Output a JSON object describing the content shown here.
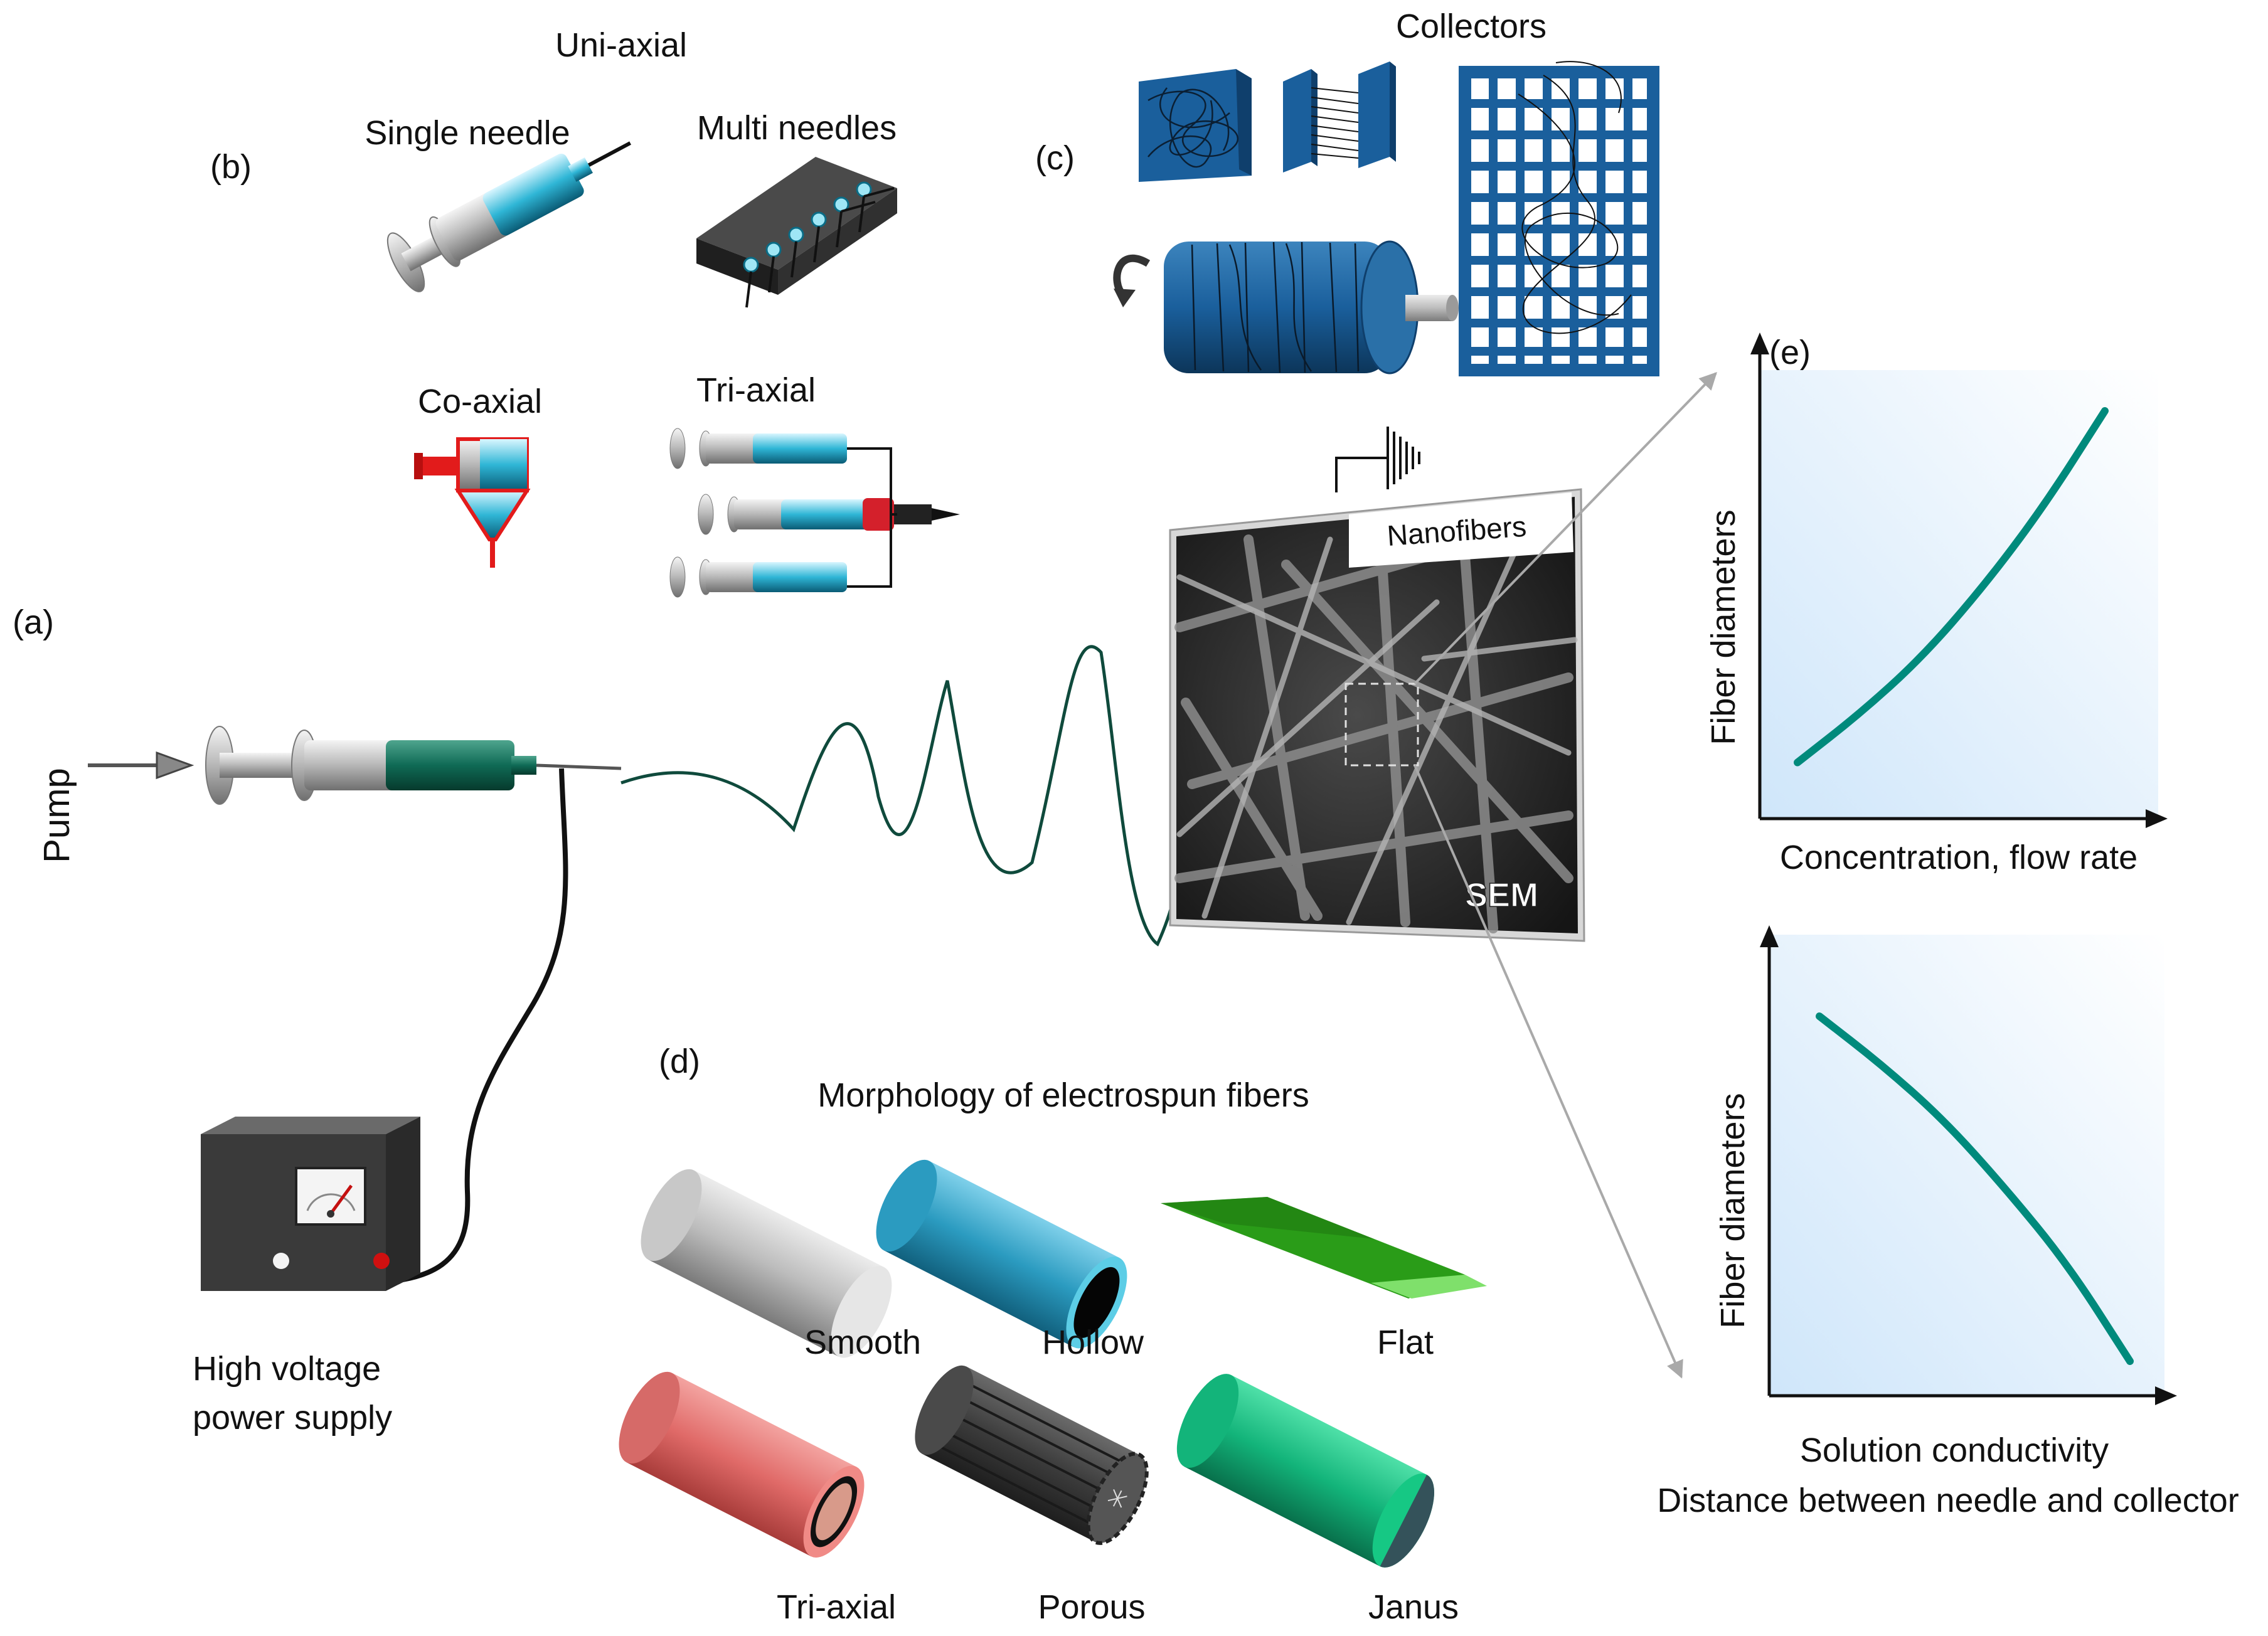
{
  "labels": {
    "a": "(a)",
    "b": "(b)",
    "c": "(c)",
    "d": "(d)",
    "e": "(e)"
  },
  "uniaxial": "Uni-axial",
  "single_needle": "Single needle",
  "multi_needles": "Multi needles",
  "coaxial": "Co-axial",
  "triaxial": "Tri-axial",
  "collectors": "Collectors",
  "nanofibers": "Nanofibers",
  "sem": "SEM",
  "pump": "Pump",
  "power_supply": [
    "High voltage",
    "power supply"
  ],
  "morphology_title": "Morphology of electrospun fibers",
  "fibers": [
    "Smooth",
    "Hollow",
    "Flat",
    "Tri-axial",
    "Porous",
    "Janus"
  ],
  "colors": {
    "needle_cyan": "#2fb6d6",
    "spin_green": "#0f6a55",
    "curve_teal": "#008a7c",
    "collector_blue": "#1a5f9c",
    "chart_bg": "#dceefb"
  },
  "chart_data": [
    {
      "type": "line",
      "xlabel": "Concentration, flow rate",
      "ylabel": "Fiber diameters",
      "trend": "increasing",
      "x": [
        0.0,
        0.2,
        0.4,
        0.6,
        0.8,
        1.0
      ],
      "y": [
        0.05,
        0.18,
        0.33,
        0.52,
        0.74,
        1.0
      ]
    },
    {
      "type": "line",
      "xlabel": [
        "Solution conductivity",
        "Distance between needle and collector"
      ],
      "ylabel": "Fiber diameters",
      "trend": "decreasing",
      "x": [
        0.0,
        0.2,
        0.4,
        0.6,
        0.8,
        1.0
      ],
      "y": [
        1.0,
        0.86,
        0.7,
        0.5,
        0.28,
        0.0
      ]
    }
  ]
}
